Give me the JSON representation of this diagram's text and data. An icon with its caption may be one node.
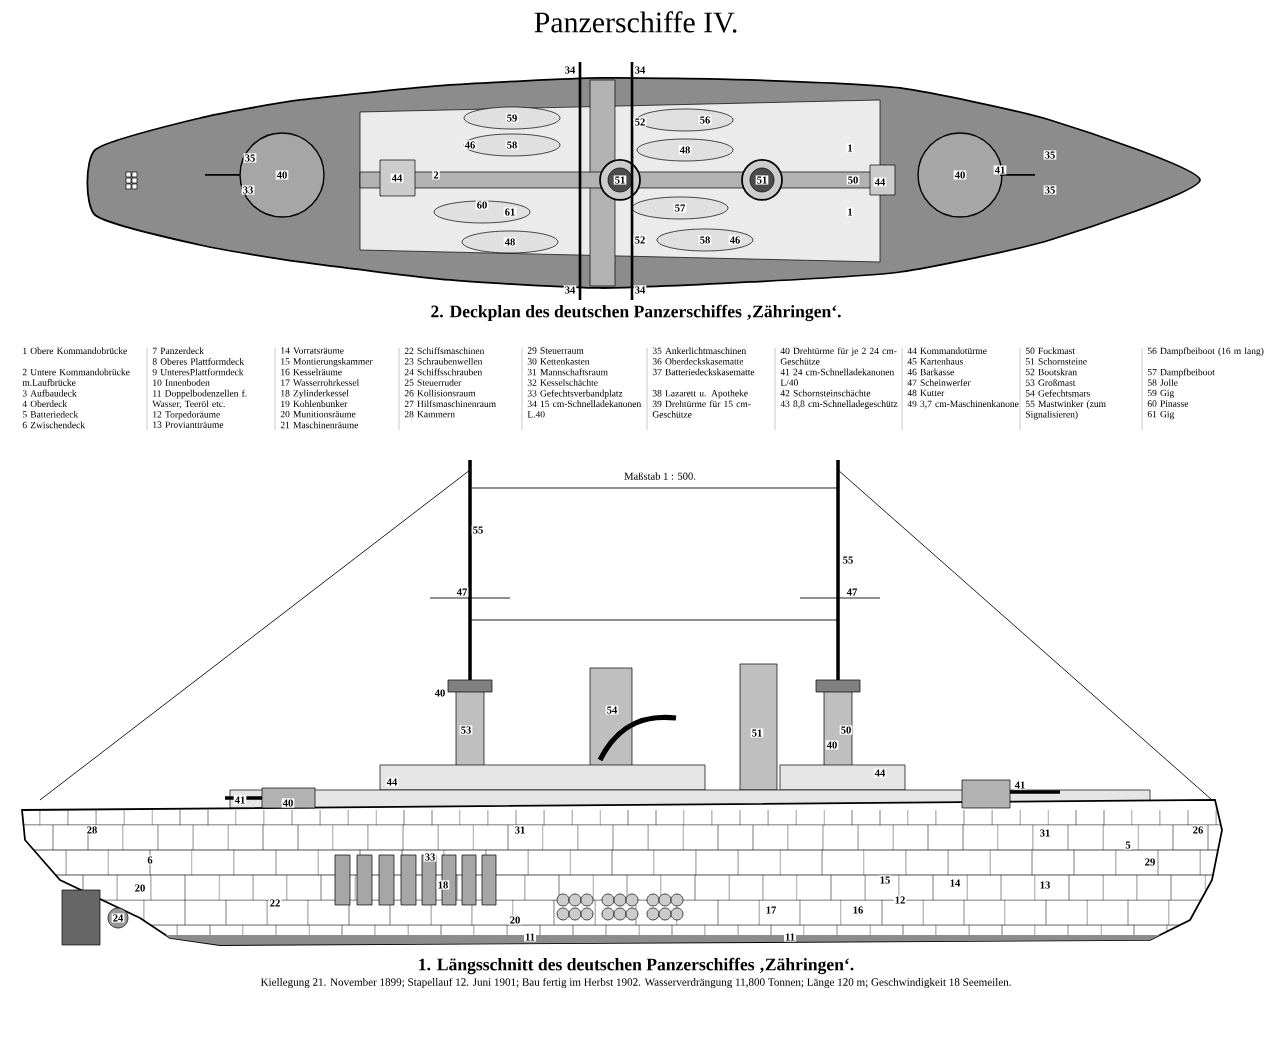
{
  "diagram": {
    "title": "Panzerschiffe IV.",
    "caption": "1. Längsschnitt des deutschen Panzerschiffes ‚Zähringen‘.",
    "labels": [
      "34",
      "34",
      "40",
      "35",
      "33",
      "44",
      "2",
      "46",
      "59",
      "58",
      "60",
      "61",
      "48",
      "51",
      "52",
      "56",
      "48",
      "57",
      "52",
      "58",
      "46",
      "51",
      "1",
      "50",
      "44",
      "1",
      "40",
      "41",
      "35",
      "35",
      "34",
      "34",
      "2. Deckplan des deutschen Panzerschiffes ‚Zähringen‘.",
      "1 Obere Kommandobrücke",
      "2 Untere Kommandobrücke m.Laufbrücke",
      "3 Aufbaudeck",
      "4 Oberdeck",
      "5 Batteriedeck",
      "6 Zwischendeck",
      "7 Panzerdeck",
      "8 Oberes Plattformdeck",
      "9 UnteresPlattformdeck",
      "10 Innenboden",
      "11 Doppelbodenzellen f. Wasser, Teeröl etc.",
      "12 Torpedoräume",
      "13 Proviantträume",
      "14 Vorratsräume",
      "15 Montierungskammer",
      "16 Kesselräume",
      "17 Wasserrohrkessel",
      "18 Zylinderkessel",
      "19 Kohlenbunker",
      "20 Munitionsräume",
      "21 Maschinenräume",
      "22 Schiffsmaschinen",
      "23 Schraubenwellen",
      "24 Schiffsschrauben",
      "25 Steuerruder",
      "26 Kollisionsraum",
      "27 Hilfsmaschinenraum",
      "28 Kammern",
      "29 Steuerraum",
      "30 Kettenkasten",
      "31 Mannschaftsraum",
      "32 Kesselschächte",
      "33 Gefechtsverbandplatz",
      "34 15 cm-Schnelladekanonen L.40",
      "35 Ankerlichtmaschinen",
      "36 Oberdeckskasematte",
      "37 Batteriedeckskasematte",
      "38 Lazarett u. Apotheke",
      "39 Drehtürme für 15 cm-Geschütze",
      "40 Drehtürme für je 2 24 cm-Geschütze",
      "41 24 cm-Schnelladekanonen L/40",
      "42 Schornsteinschächte",
      "43 8,8 cm-Schnelladegeschütz",
      "44 Kommandotürme",
      "45 Kartenhaus",
      "46 Barkasse",
      "47 Scheinwerfer",
      "48 Kutter",
      "49 3,7 cm-Maschinenkanone",
      "50 Fockmast",
      "51 Schornsteine",
      "52 Bootskran",
      "53 Großmast",
      "54 Gefechtsmars",
      "55 Mastwinker (zum Signalisieren)",
      "56 Dampfbeiboot (16 m lang)",
      "57 Dampfbeiboot",
      "58 Jolle",
      "59 Gig",
      "60 Pinasse",
      "61 Gig",
      "Maßstab 1 : 500.",
      "55",
      "55",
      "47",
      "47",
      "53",
      "50",
      "54",
      "51",
      "40",
      "40",
      "44",
      "44",
      "41",
      "40",
      "41",
      "28",
      "31",
      "31",
      "26",
      "20",
      "20",
      "18",
      "17",
      "16",
      "14",
      "13",
      "12",
      "5",
      "22",
      "24",
      "11",
      "11",
      "6",
      "33",
      "15",
      "29",
      "Kiellegung 21. November 1899; Stapellauf 12. Juni 1901; Bau fertig im Herbst 1902. Wasserverdrängung 11,800 Tonnen; Länge 120 m; Geschwindigkeit 18 Seemeilen."
    ]
  }
}
